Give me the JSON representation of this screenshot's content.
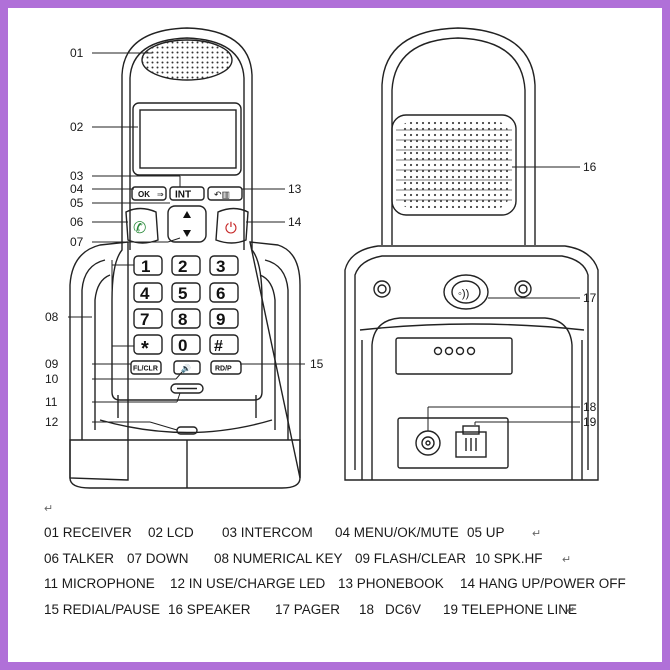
{
  "callouts": {
    "c01": "01",
    "c02": "02",
    "c03": "03",
    "c04": "04",
    "c05": "05",
    "c06": "06",
    "c07": "07",
    "c08": "08",
    "c09": "09",
    "c10": "10",
    "c11": "11",
    "c12": "12",
    "c13": "13",
    "c14": "14",
    "c15": "15",
    "c16": "16",
    "c17": "17",
    "c18": "18",
    "c19": "19"
  },
  "keys": {
    "int": "INT",
    "ok": "OK",
    "fl": "FL/CLR",
    "spk": "🔊",
    "rdp": "RD/P",
    "k1": "1",
    "k2": "2",
    "k3": "3",
    "k4": "4",
    "k5": "5",
    "k6": "6",
    "k7": "7",
    "k8": "8",
    "k9": "9",
    "kstar": "*",
    "k0": "0",
    "khash": "#"
  },
  "legend": {
    "row1": [
      "01 RECEIVER",
      "02 LCD",
      "03 INTERCOM",
      "04 MENU/OK/MUTE",
      "05 UP"
    ],
    "row2": [
      "06 TALKER",
      "07 DOWN",
      "08 NUMERICAL KEY",
      "09 FLASH/CLEAR",
      "10 SPK.HF"
    ],
    "row3": [
      "11 MICROPHONE",
      "12 IN USE/CHARGE LED",
      "13 PHONEBOOK",
      "14 HANG UP/POWER OFF"
    ],
    "row4": [
      "15 REDIAL/PAUSE",
      "16 SPEAKER",
      "17 PAGER",
      "18",
      "DC6V",
      "19 TELEPHONE LINE"
    ],
    "para": "↵",
    "para_end": "↵"
  }
}
